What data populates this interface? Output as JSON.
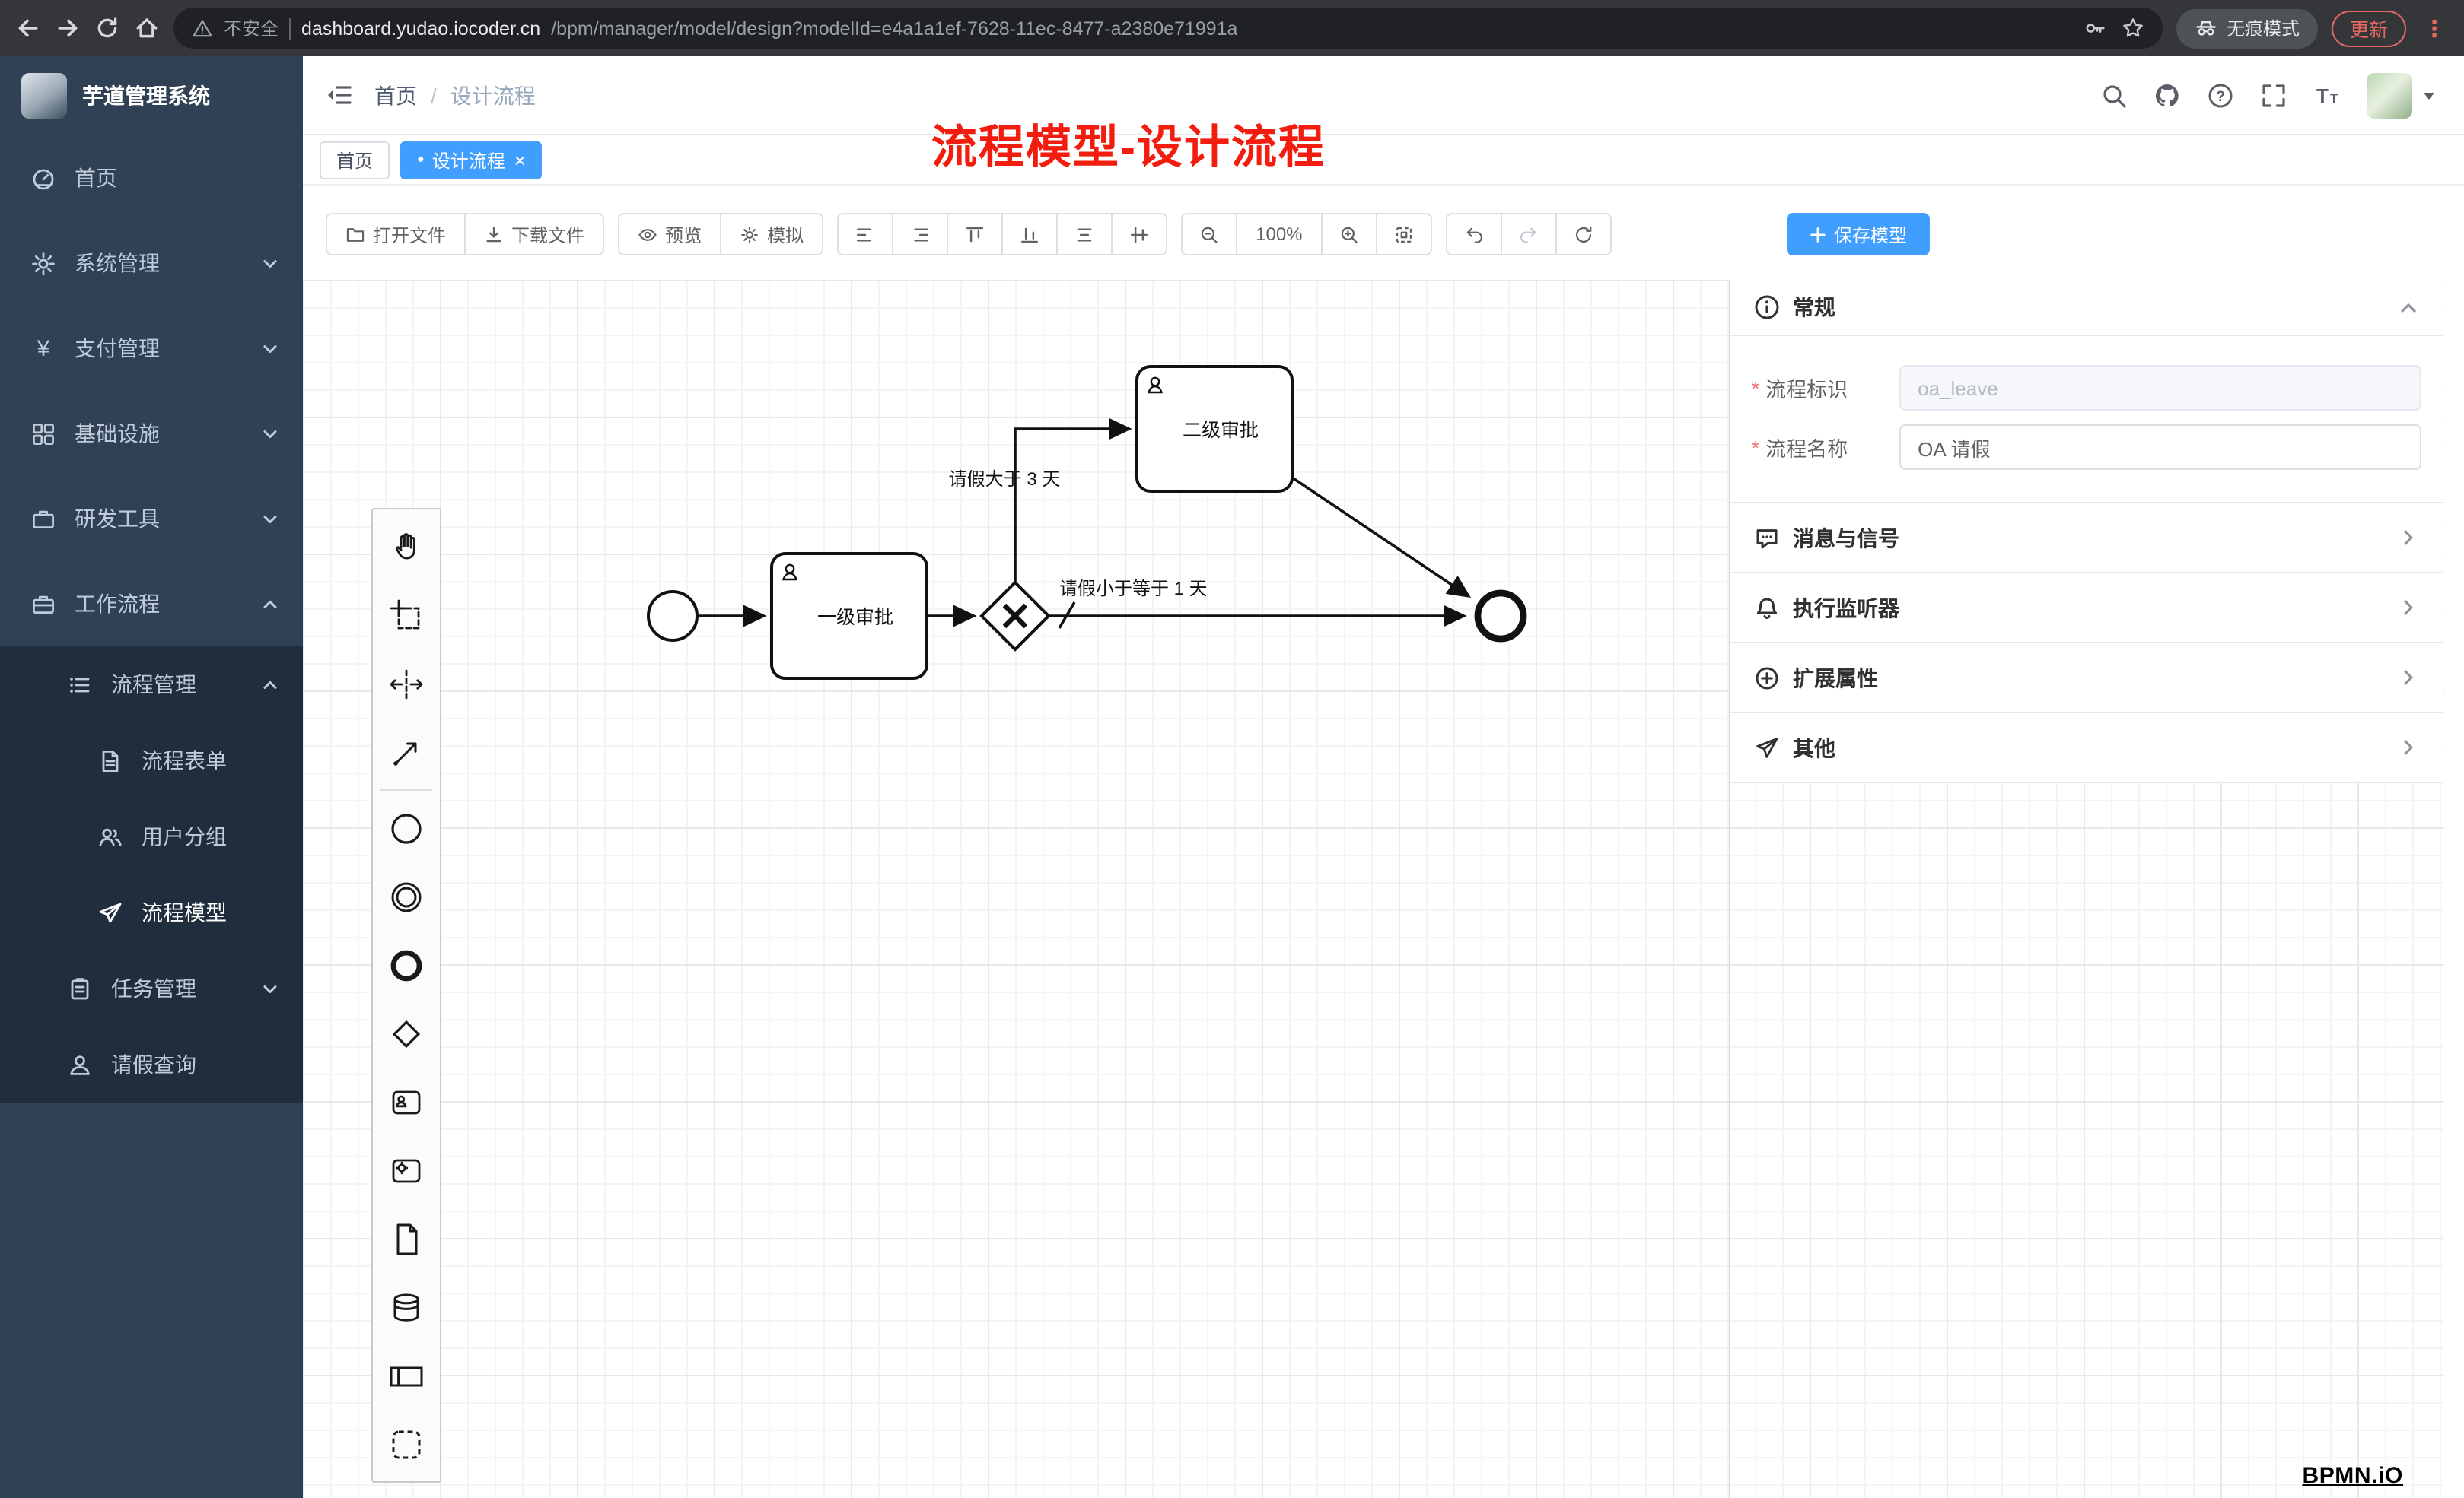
{
  "browser": {
    "security_label": "不安全",
    "url_host": "dashboard.yudao.iocoder.cn",
    "url_path": "/bpm/manager/model/design?modelId=e4a1a1ef-7628-11ec-8477-a2380e71991a",
    "incognito_label": "无痕模式",
    "update_label": "更新",
    "menu_glyph": "⋮"
  },
  "sidebar": {
    "app_title": "芋道管理系统",
    "menu": [
      {
        "label": "首页"
      },
      {
        "label": "系统管理"
      },
      {
        "label": "支付管理"
      },
      {
        "label": "基础设施"
      },
      {
        "label": "研发工具"
      },
      {
        "label": "工作流程"
      }
    ],
    "submenu": {
      "process_mgmt": "流程管理",
      "children": [
        "流程表单",
        "用户分组",
        "流程模型"
      ],
      "task_mgmt": "任务管理",
      "leave_query": "请假查询"
    }
  },
  "header": {
    "breadcrumb_home": "首页",
    "breadcrumb_separator": "/",
    "breadcrumb_current": "设计流程"
  },
  "annotation": "流程模型-设计流程",
  "tabs": {
    "home": "首页",
    "active": "设计流程",
    "dot_glyph": "●",
    "close_glyph": "×"
  },
  "toolbar": {
    "open": "打开文件",
    "download": "下载文件",
    "preview": "预览",
    "simulate": "模拟",
    "zoom_level": "100%",
    "save": "保存模型"
  },
  "diagram": {
    "task1": "一级审批",
    "task2": "二级审批",
    "flow1_label": "请假大于 3 天",
    "flow2_label": "请假小于等于 1 天"
  },
  "properties": {
    "general_title": "常规",
    "required_mark": "*",
    "process_key": {
      "label": "流程标识",
      "value": "oa_leave"
    },
    "process_name": {
      "label": "流程名称",
      "value": "OA 请假"
    },
    "sections": [
      {
        "label": "消息与信号"
      },
      {
        "label": "执行监听器"
      },
      {
        "label": "扩展属性"
      },
      {
        "label": "其他"
      }
    ]
  },
  "icons": {
    "yen": "¥",
    "help": "?",
    "font_large": "T",
    "font_small": "T"
  },
  "watermark": "BPMN.iO"
}
